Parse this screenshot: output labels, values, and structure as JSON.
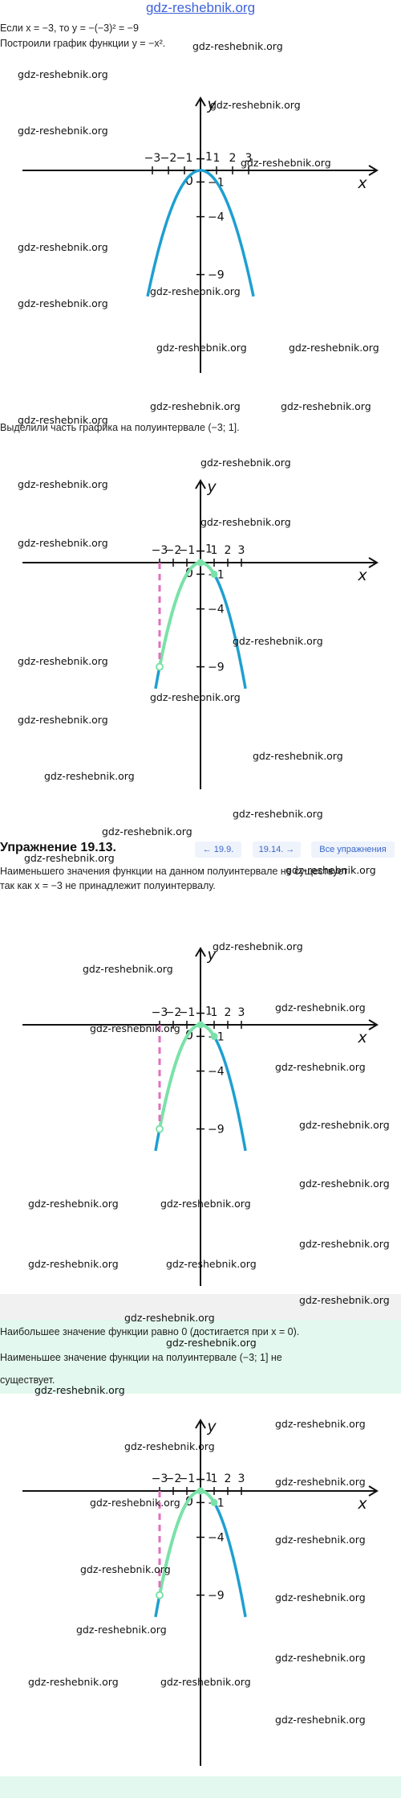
{
  "site": {
    "title": "gdz-reshebnik.org"
  },
  "texts": {
    "line1": "Если x = −3, то y = −(−3)² = −9",
    "line2": "Построили график функции y = −x².",
    "line3": "Выделили часть графика на полуинтервале (−3; 1].",
    "line4": "Наименьшего значения функции на данном полуинтервале не существует",
    "line5": "так как x = −3 не принадлежит полуинтервалу.",
    "line6": "Наибольшее значение функции равно 0 (достигается при x = 0).",
    "line7": "Наименьшее значение функции на полуинтервале (−3; 1] не",
    "line8": "существует."
  },
  "exercise": {
    "title": "Упражнение 19.13.",
    "prev": "← 19.9.",
    "next": "19.14. →",
    "all": "Все упражнения"
  },
  "watermark": "gdz-reshebnik.org",
  "graph": {
    "x_label": "x",
    "y_label": "y",
    "origin_label": "0",
    "x_ticks": [
      "−3",
      "−2",
      "−1",
      "1",
      "2",
      "3"
    ],
    "y_ticks": [
      "−1",
      "−4",
      "−9"
    ],
    "y_tick_top": "1",
    "colors": {
      "curve": "#1e9fd0",
      "highlight": "#7ae2a8",
      "dashed": "#e36fbf",
      "axis": "#111111"
    }
  },
  "chart_data": {
    "type": "line",
    "function": "y = -x^2",
    "x": [
      -3.3,
      -3,
      -2,
      -1,
      0,
      1,
      2,
      3.3
    ],
    "y": [
      -10.89,
      -9,
      -4,
      -1,
      0,
      -1,
      -4,
      -10.89
    ],
    "highlight_interval": [
      -3,
      1
    ],
    "highlight_open_left": true
  }
}
